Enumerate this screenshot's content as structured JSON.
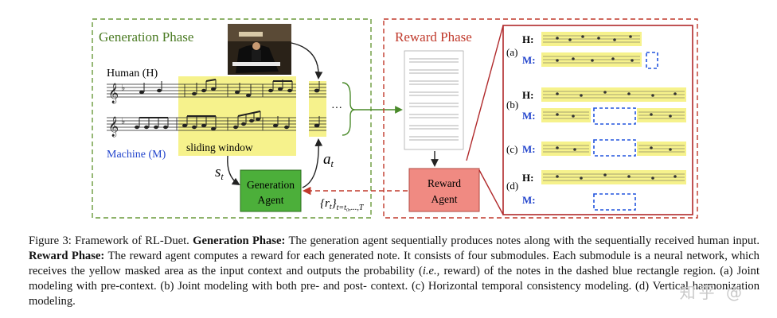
{
  "generation": {
    "phase_title": "Generation Phase",
    "human_label": "Human (H)",
    "machine_label": "Machine (M)",
    "sliding_window": "sliding window",
    "s_symbol": "s",
    "s_subscript": "t",
    "a_symbol": "a",
    "a_subscript": "t",
    "agent_line1": "Generation",
    "agent_line2": "Agent",
    "ellipsis": "···"
  },
  "reward": {
    "phase_title": "Reward Phase",
    "agent_line1": "Reward",
    "agent_line2": "Agent",
    "reward_symbol": "{r",
    "reward_subscript": "t",
    "reward_close": "}",
    "reward_range": "t=t₀,...,T"
  },
  "submodules": {
    "a": {
      "label": "(a)",
      "rows": [
        "H:",
        "M:"
      ]
    },
    "b": {
      "label": "(b)",
      "rows": [
        "H:",
        "M:"
      ]
    },
    "c": {
      "label": "(c)",
      "rows": [
        "M:"
      ]
    },
    "d": {
      "label": "(d)",
      "rows": [
        "H:",
        "M:"
      ]
    }
  },
  "caption": {
    "lead": "Figure 3: Framework of RL-Duet. ",
    "gen_bold": "Generation Phase:",
    "gen_text": " The generation agent sequentially produces notes along with the sequentially received human input. ",
    "rew_bold": "Reward Phase:",
    "rew_text1": " The reward agent computes a reward for each generated note. It consists of four submodules. Each submodule is a neural network, which receives the yellow masked area as the input context and outputs the probability (",
    "ie": "i.e.",
    "rew_text2": ", reward) of the notes in the dashed blue rectangle region. (a) Joint modeling with pre-context. (b) Joint modeling with both pre- and post- context. (c) Horizontal temporal consistency modeling. (d) Vertical harmonization modeling."
  },
  "watermark": "知乎 @",
  "colors": {
    "gen_border": "#6a9a3a",
    "reward_border": "#c0392b",
    "gen_agent_fill": "#4caf3a",
    "reward_agent_fill": "#f08a82",
    "yellow_mask": "#f6f28c",
    "blue_dash": "#2255dd",
    "machine_text": "#2244cc"
  }
}
